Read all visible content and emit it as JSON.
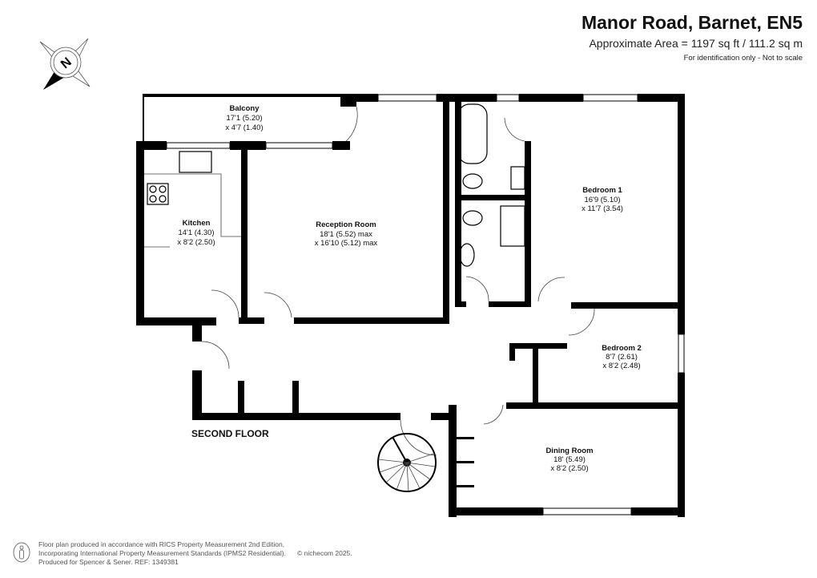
{
  "header": {
    "title": "Manor Road, Barnet, EN5",
    "area": "Approximate Area = 1197 sq ft / 111.2 sq m",
    "disclaimer": "For identification only - Not to scale"
  },
  "compass": {
    "icon": "north-compass-icon",
    "label": "N"
  },
  "floor_label": "SECOND FLOOR",
  "rooms": [
    {
      "name": "Balcony",
      "dim1": "17'1 (5.20)",
      "dim2": "x 4'7 (1.40)"
    },
    {
      "name": "Kitchen",
      "dim1": "14'1 (4.30)",
      "dim2": "x 8'2 (2.50)"
    },
    {
      "name": "Reception Room",
      "dim1": "18'1 (5.52) max",
      "dim2": "x 16'10 (5.12) max"
    },
    {
      "name": "Bedroom 1",
      "dim1": "16'9 (5.10)",
      "dim2": "x 11'7 (3.54)"
    },
    {
      "name": "Bedroom 2",
      "dim1": "8'7 (2.61)",
      "dim2": "x 8'2 (2.48)"
    },
    {
      "name": "Dining Room",
      "dim1": "18' (5.49)",
      "dim2": "x 8'2 (2.50)"
    }
  ],
  "footer": {
    "line1": "Floor plan produced in accordance with RICS Property Measurement 2nd Edition,",
    "line2": "Incorporating International Property Measurement Standards (IPMS2 Residential).",
    "copyright": "© nichecom 2025.",
    "line3": "Produced for Spencer & Sener.   REF: 1349381"
  },
  "colors": {
    "wall": "#000000",
    "background": "#ffffff",
    "footer_text": "#555555"
  }
}
